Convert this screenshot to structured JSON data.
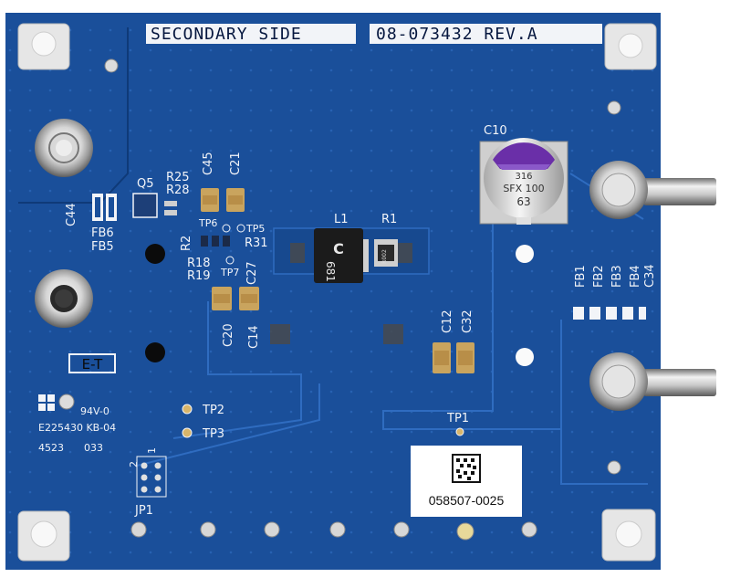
{
  "board": {
    "header_left": "SECONDARY SIDE",
    "header_right": "08-073432 REV.A",
    "side_mark": "E-T",
    "ul_mark": "94V-0",
    "ul_code": "E225430 KB-04",
    "date_code_1": "4523",
    "date_code_2": "033",
    "serial_label": "058507-0025"
  },
  "labels": {
    "c44": "C44",
    "fb6": "FB6",
    "fb5": "FB5",
    "q5": "Q5",
    "r25": "R25",
    "r28": "R28",
    "c45": "C45",
    "c21": "C21",
    "tp6": "TP6",
    "tp5": "TP5",
    "r2": "R2",
    "r31": "R31",
    "r18": "R18",
    "r19": "R19",
    "tp7": "TP7",
    "c27": "C27",
    "c20": "C20",
    "c14": "C14",
    "l1": "L1",
    "r1": "R1",
    "c10": "C10",
    "c12": "C12",
    "c32": "C32",
    "fb1": "FB1",
    "fb2": "FB2",
    "fb3": "FB3",
    "fb4": "FB4",
    "c34": "C34",
    "tp1": "TP1",
    "tp2": "TP2",
    "tp3": "TP3",
    "jp1": "JP1",
    "jp_pin1": "1",
    "jp_pin2": "2"
  },
  "parts": {
    "inductor_top": "C",
    "inductor_bottom": "681",
    "resistor_r1": "R002",
    "cap_line1": "316",
    "cap_line2": "SFX 100",
    "cap_line3": "63"
  },
  "colors": {
    "board": "#1a4f9a",
    "board_dark": "#123f82",
    "silkscreen": "#f2f4f8",
    "copper": "#d8b56a",
    "standoff": "#e8e8e8"
  }
}
